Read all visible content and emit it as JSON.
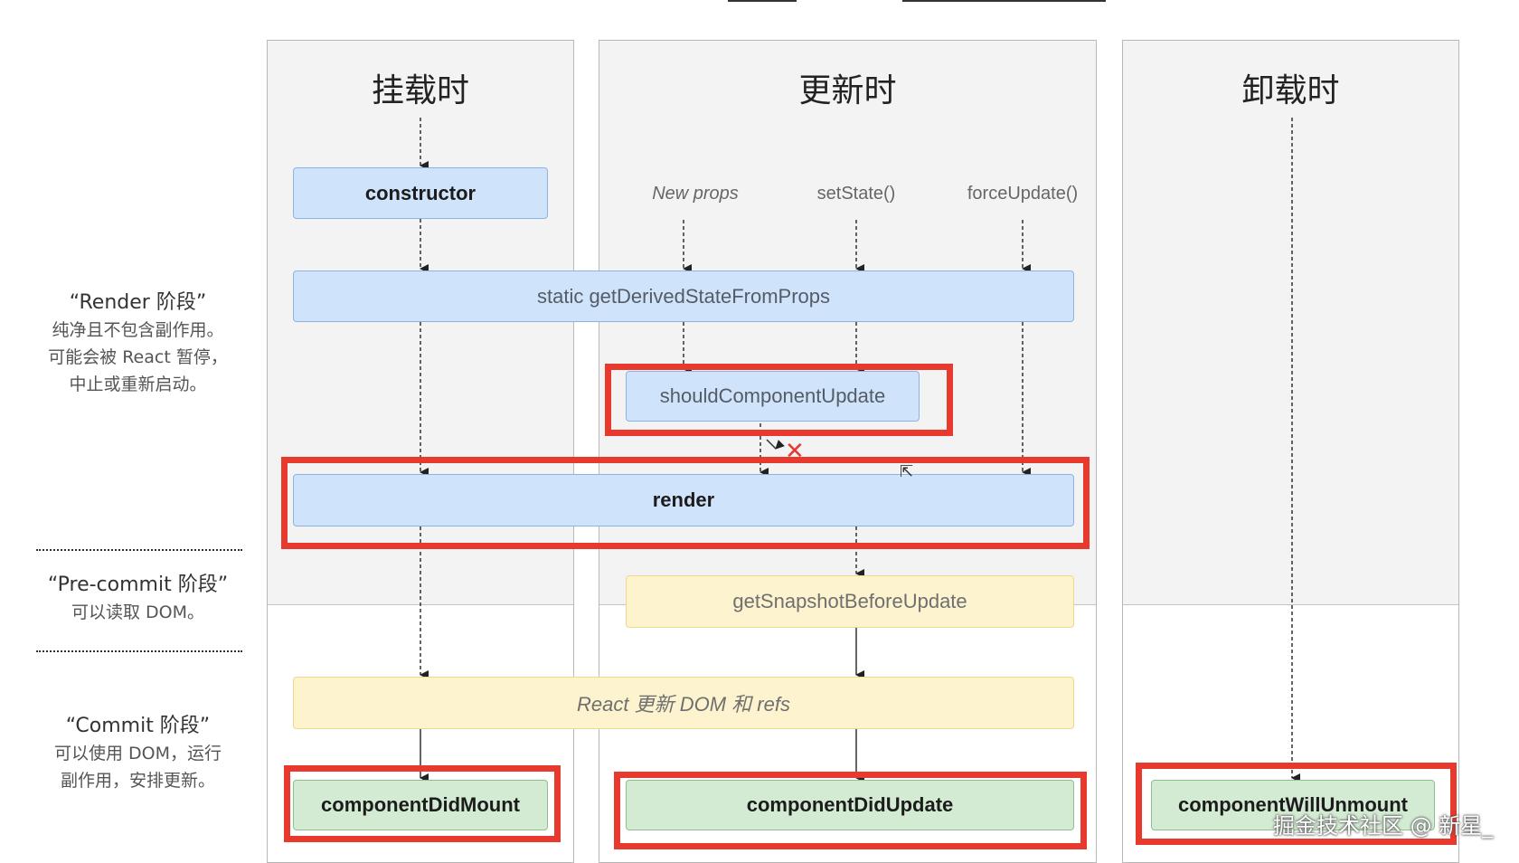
{
  "columns": {
    "mount": "挂载时",
    "update": "更新时",
    "unmount": "卸载时"
  },
  "triggers": {
    "new_props": "New props",
    "set_state": "setState()",
    "force_update": "forceUpdate()"
  },
  "methods": {
    "constructor": "constructor",
    "get_derived": "static getDerivedStateFromProps",
    "should_update": "shouldComponentUpdate",
    "render": "render",
    "snapshot": "getSnapshotBeforeUpdate",
    "react_update": "React 更新 DOM 和 refs",
    "did_mount": "componentDidMount",
    "did_update": "componentDidUpdate",
    "will_unmount": "componentWillUnmount"
  },
  "phases": {
    "render": {
      "title": "“Render 阶段”",
      "lines": [
        "纯净且不包含副作用。",
        "可能会被 React 暂停，",
        "中止或重新启动。"
      ]
    },
    "precommit": {
      "title": "“Pre-commit 阶段”",
      "lines": [
        "可以读取 DOM。"
      ]
    },
    "commit": {
      "title": "“Commit 阶段”",
      "lines": [
        "可以使用 DOM，运行",
        "副作用，安排更新。"
      ]
    }
  },
  "watermark": "掘金技术社区 @ 新星_",
  "colors": {
    "highlight": "#e8392e",
    "render_box": "#cfe3fb",
    "precommit_box": "#fdf4cf",
    "commit_box": "#d3ebd3"
  }
}
